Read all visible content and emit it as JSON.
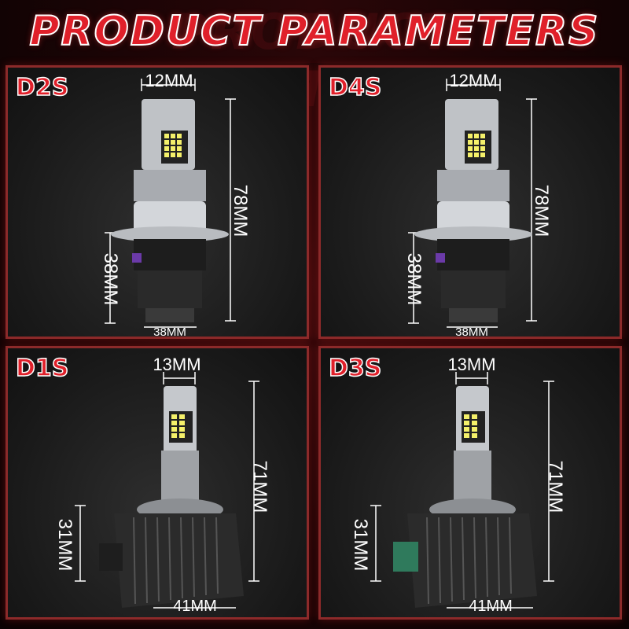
{
  "title": "PRODUCT PARAMETERS",
  "colors": {
    "accent": "#e0202a",
    "panel_border": "#8c2a2a"
  },
  "panels": [
    {
      "model": "D2S",
      "top_width": "12MM",
      "height": "78MM",
      "base_height": "38MM",
      "base_width": "38MM"
    },
    {
      "model": "D4S",
      "top_width": "12MM",
      "height": "78MM",
      "base_height": "38MM",
      "base_width": "38MM"
    },
    {
      "model": "D1S",
      "top_width": "13MM",
      "height": "71MM",
      "base_height": "31MM",
      "base_width": "41MM"
    },
    {
      "model": "D3S",
      "top_width": "13MM",
      "height": "71MM",
      "base_height": "31MM",
      "base_width": "41MM"
    }
  ]
}
